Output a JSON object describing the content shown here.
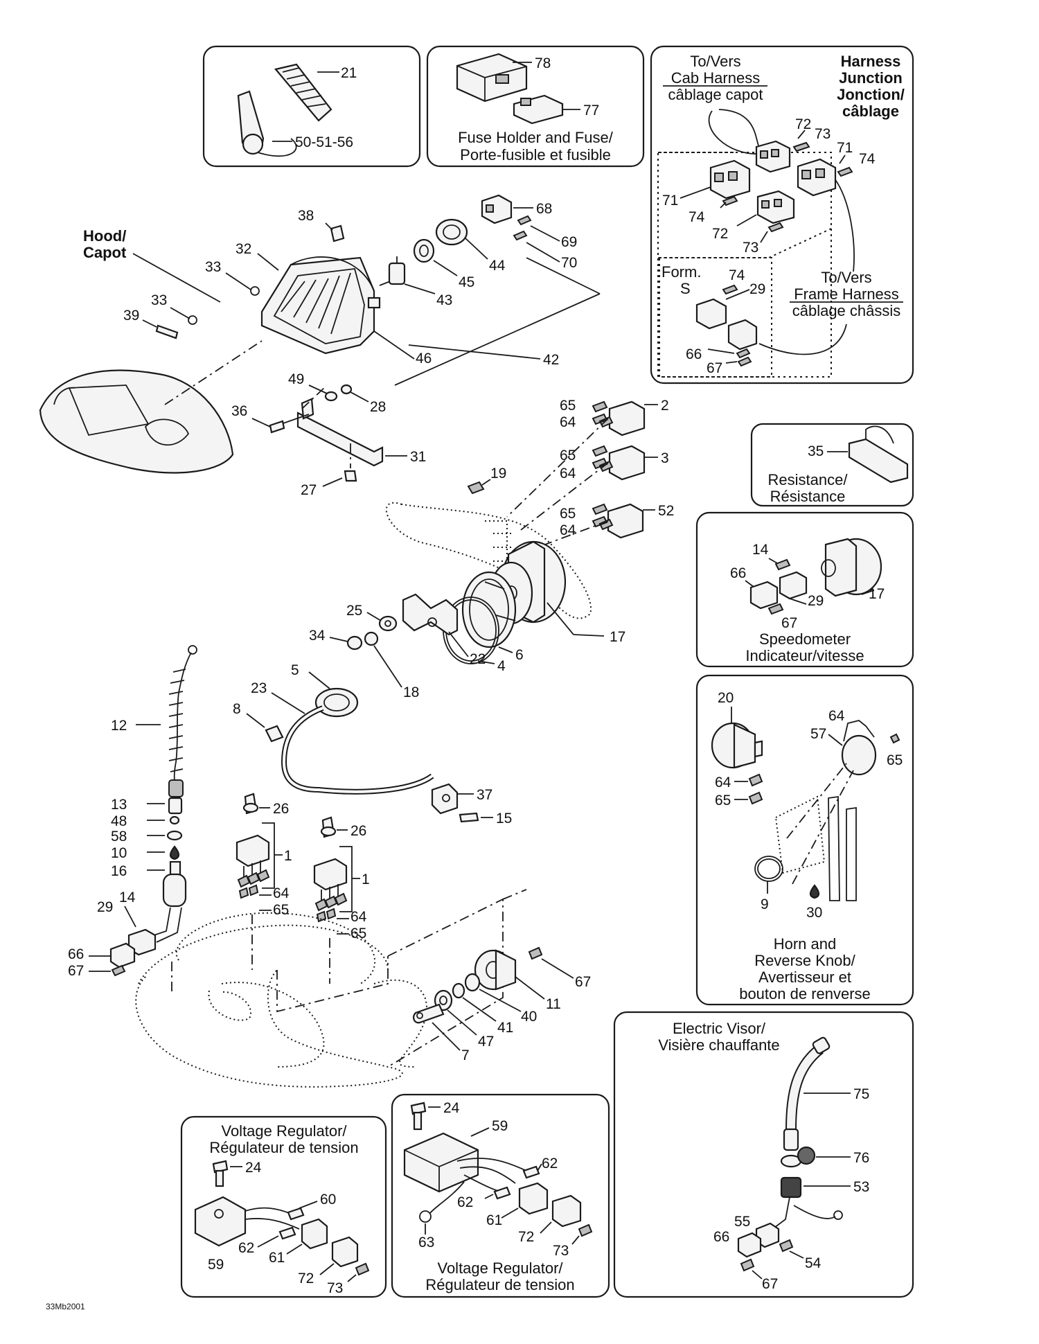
{
  "captions": {
    "fuse_holder_1": "Fuse Holder and Fuse/",
    "fuse_holder_2": "Porte-fusible et fusible",
    "to_cab_1": "To/Vers",
    "to_cab_2": "Cab Harness",
    "to_cab_3": "câblage capot",
    "harness_junction_1": "Harness",
    "harness_junction_2": "Junction",
    "harness_junction_3": "Jonction/",
    "harness_junction_4": "câblage",
    "form_1": "Form.",
    "form_2": "S",
    "to_frame_1": "To/Vers",
    "to_frame_2": "Frame Harness",
    "to_frame_3": "câblage châssis",
    "hood_1": "Hood/",
    "hood_2": "Capot",
    "resistance_1": "Resistance/",
    "resistance_2": "Résistance",
    "speedometer_1": "Speedometer",
    "speedometer_2": "Indicateur/vitesse",
    "horn_1": "Horn and",
    "horn_2": "Reverse Knob/",
    "horn_3": "Avertisseur et",
    "horn_4": "bouton de renverse",
    "visor_1": "Electric Visor/",
    "visor_2": "Visière chauffante",
    "vreg_left_1": "Voltage Regulator/",
    "vreg_left_2": "Régulateur de tension",
    "vreg_mid_1": "Voltage Regulator/",
    "vreg_mid_2": "Régulateur de tension",
    "drawing_code": "33Mb2001"
  },
  "callouts": {
    "c21": "21",
    "c5051": "50-51-56",
    "c78": "78",
    "c77": "77",
    "h72a": "72",
    "h73a": "73",
    "h71a": "71",
    "h74a": "74",
    "h71b": "71",
    "h74b": "74",
    "h72b": "72",
    "h73b": "73",
    "h74c": "74",
    "h29": "29",
    "h66": "66",
    "h67": "67",
    "c38": "38",
    "c68": "68",
    "c32": "32",
    "c33a": "33",
    "c69": "69",
    "c44": "44",
    "c70": "70",
    "c45": "45",
    "c43": "43",
    "c33b": "33",
    "c39": "39",
    "c46": "46",
    "c42": "42",
    "c49": "49",
    "c28": "28",
    "c36": "36",
    "c31": "31",
    "c27": "27",
    "c65a": "65",
    "c2": "2",
    "c64a": "64",
    "c65b": "65",
    "c3": "3",
    "c64b": "64",
    "c19": "19",
    "c65c": "65",
    "c52": "52",
    "c64c": "64",
    "c35": "35",
    "s14": "14",
    "s66": "66",
    "s29": "29",
    "s17": "17",
    "s67": "67",
    "c17": "17",
    "c25": "25",
    "c6": "6",
    "c34": "34",
    "c4": "4",
    "c5": "5",
    "c18": "18",
    "c22": "22",
    "c23": "23",
    "c8": "8",
    "c12": "12",
    "c20": "20",
    "c64h": "64",
    "c57": "57",
    "c65h": "65",
    "c64i": "64",
    "c65i": "65",
    "c9": "9",
    "c30": "30",
    "c37": "37",
    "c15": "15",
    "c13": "13",
    "c26a": "26",
    "c48": "48",
    "c1a": "1",
    "c58": "58",
    "c26b": "26",
    "c10": "10",
    "c64d": "64",
    "c16": "16",
    "c1b": "1",
    "c65d": "65",
    "c64e": "64",
    "c14": "14",
    "c29": "29",
    "c65e": "65",
    "c66": "66",
    "c67a": "67",
    "c67b": "67",
    "c11": "11",
    "c40": "40",
    "c41": "41",
    "c47": "47",
    "c7": "7",
    "v75": "75",
    "v76": "76",
    "v53": "53",
    "v55": "55",
    "v66": "66",
    "v54": "54",
    "v67": "67",
    "m24": "24",
    "m59": "59",
    "m62a": "62",
    "m62b": "62",
    "m61": "61",
    "m63": "63",
    "m72": "72",
    "m73": "73",
    "l24": "24",
    "l60": "60",
    "l59": "59",
    "l62": "62",
    "l61": "61",
    "l72": "72",
    "l73": "73"
  }
}
